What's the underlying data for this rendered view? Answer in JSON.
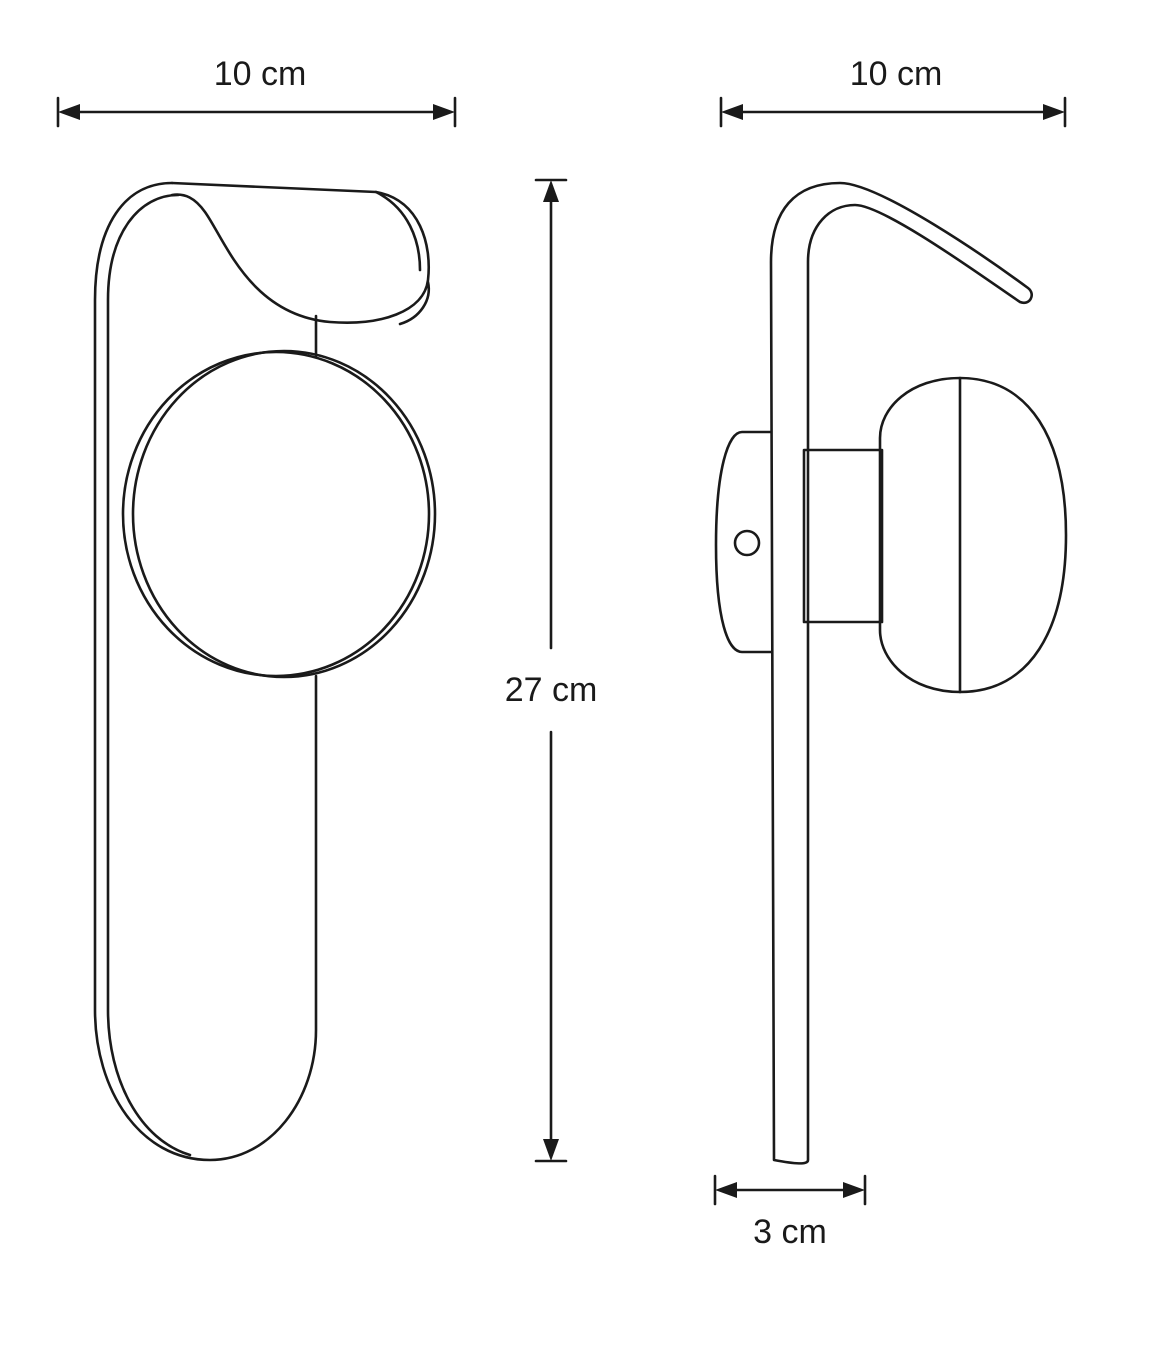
{
  "dimensions": {
    "front_width": "10 cm",
    "side_width": "10 cm",
    "height": "27 cm",
    "depth": "3 cm"
  },
  "colors": {
    "line": "#1a1a1a",
    "background": "#ffffff"
  }
}
